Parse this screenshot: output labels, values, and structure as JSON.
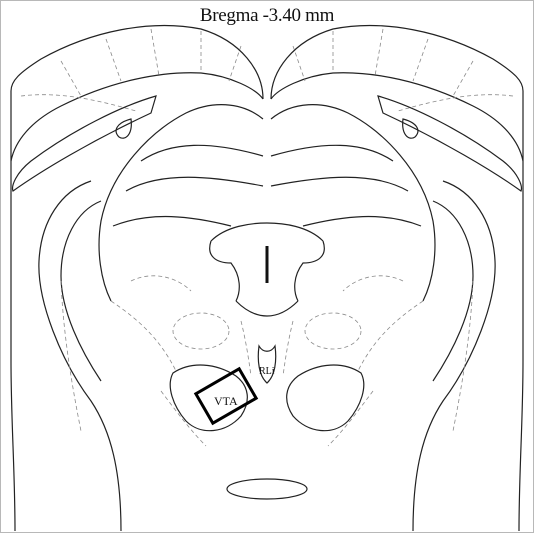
{
  "figure": {
    "title": "Bregma -3.40 mm",
    "regions": {
      "roi": "VTA",
      "adjacent": "RLi"
    },
    "colors": {
      "outline": "#222222",
      "dashed": "#8a8a8a",
      "roi_box": "#000000"
    }
  }
}
